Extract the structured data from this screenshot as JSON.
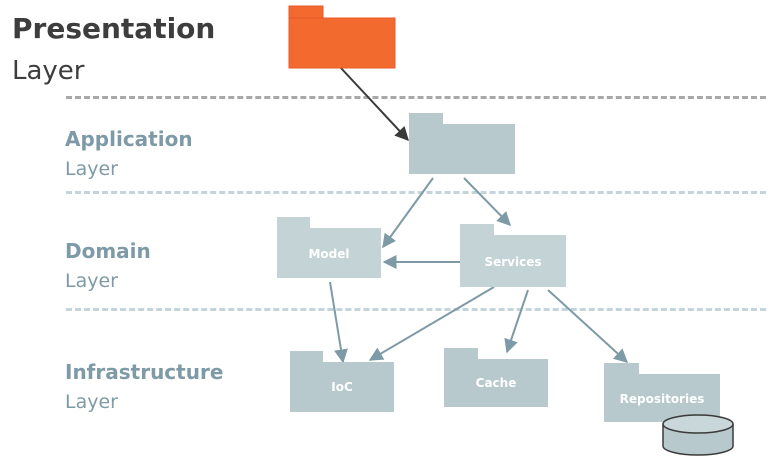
{
  "layers": {
    "presentation": {
      "title": "Presentation",
      "subtitle": "Layer"
    },
    "application": {
      "title": "Application",
      "subtitle": "Layer"
    },
    "domain": {
      "title": "Domain",
      "subtitle": "Layer"
    },
    "infrastructure": {
      "title": "Infrastructure",
      "subtitle": "Layer"
    }
  },
  "packages": {
    "model": "Model",
    "services": "Services",
    "ioc": "IoC",
    "cache": "Cache",
    "repositories": "Repositories"
  },
  "colors": {
    "presentation_folder": "#f26a2e",
    "folder": "#b7c9cd",
    "arrow": "#7d9aa6",
    "arrow_dark": "#3a3a3a"
  }
}
